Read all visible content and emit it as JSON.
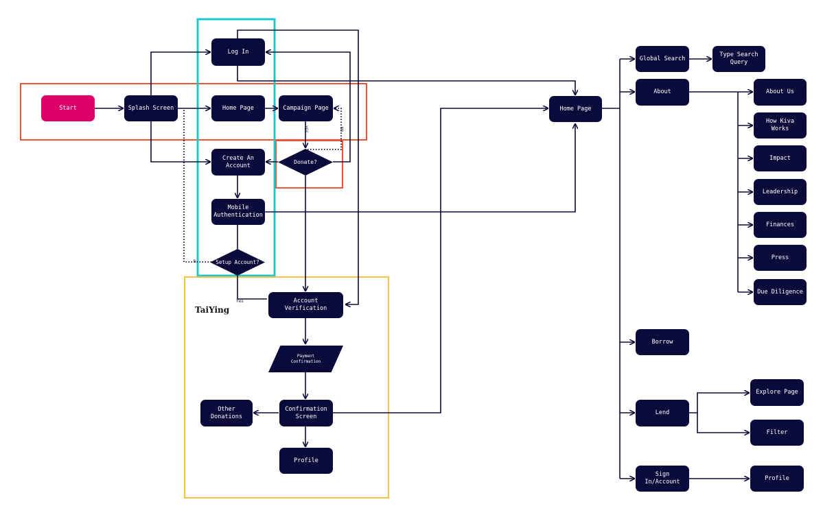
{
  "nodes": {
    "start": "Start",
    "splash": "Splash Screen",
    "login": "Log In",
    "home_left": "Home Page",
    "campaign": "Campaign Page",
    "create_account": "Create An Account",
    "mobile_auth": "Mobile Authentication",
    "donate": "Donate?",
    "setup_account": "Setup Account?",
    "account_verification": "Account Verification",
    "payment_confirmation": "Payment Confirmation",
    "confirmation_screen": "Confirmation Screen",
    "other_donations": "Other Donations",
    "profile_left": "Profile",
    "home_right": "Home Page",
    "global_search": "Global Search",
    "type_search": "Type Search Query",
    "about": "About",
    "about_us": "About Us",
    "how_kiva": "How Kiva Works",
    "impact": "Impact",
    "leadership": "Leadership",
    "finances": "Finances",
    "press": "Press",
    "due_diligence": "Due Diligence",
    "borrow": "Borrow",
    "lend": "Lend",
    "explore": "Explore Page",
    "filter": "Filter",
    "sign_in": "Sign In/Account",
    "profile_right": "Profile"
  },
  "edge_labels": {
    "yes_campaign": "YES",
    "no_campaign": "NO",
    "yes_setup": "Yes",
    "no_setup": "N"
  },
  "brand": "TaiYing",
  "colors": {
    "node": "#0b0b3b",
    "start": "#e0006a",
    "cyan_frame": "#1ec8cf",
    "red_frame": "#e8553a",
    "yellow_frame": "#f5c242",
    "line": "#0b0b3b"
  }
}
